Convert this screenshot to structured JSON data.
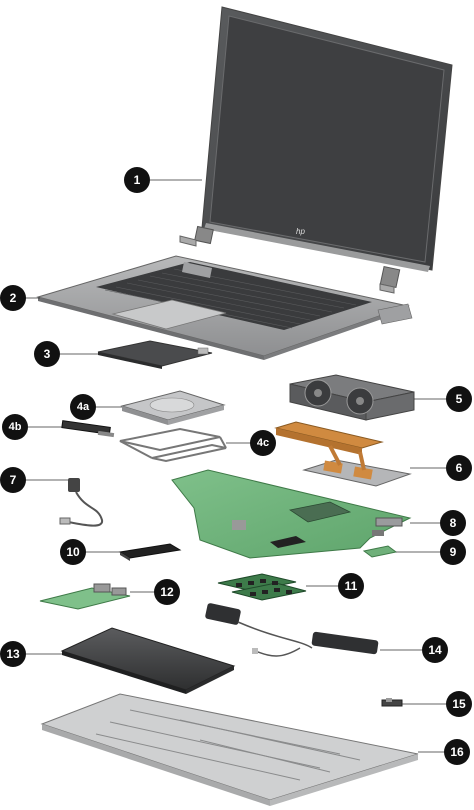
{
  "diagram": {
    "brand_logo": "hp",
    "callouts": [
      {
        "id": "c1",
        "label": "1",
        "part": "display-assembly"
      },
      {
        "id": "c2",
        "label": "2",
        "part": "top-cover-keyboard"
      },
      {
        "id": "c3",
        "label": "3",
        "part": "touchpad"
      },
      {
        "id": "c4a",
        "label": "4a",
        "part": "hard-drive"
      },
      {
        "id": "c4b",
        "label": "4b",
        "part": "hard-drive-connector-board"
      },
      {
        "id": "c4c",
        "label": "4c",
        "part": "hard-drive-bracket"
      },
      {
        "id": "c5",
        "label": "5",
        "part": "fans"
      },
      {
        "id": "c6",
        "label": "6",
        "part": "heat-sink"
      },
      {
        "id": "c7",
        "label": "7",
        "part": "power-connector-cable"
      },
      {
        "id": "c8",
        "label": "8",
        "part": "system-board"
      },
      {
        "id": "c9",
        "label": "9",
        "part": "wlan-module"
      },
      {
        "id": "c10",
        "label": "10",
        "part": "ssd"
      },
      {
        "id": "c11",
        "label": "11",
        "part": "memory-modules"
      },
      {
        "id": "c12",
        "label": "12",
        "part": "usb-board"
      },
      {
        "id": "c13",
        "label": "13",
        "part": "battery"
      },
      {
        "id": "c14",
        "label": "14",
        "part": "speakers"
      },
      {
        "id": "c15",
        "label": "15",
        "part": "power-button-board"
      },
      {
        "id": "c16",
        "label": "16",
        "part": "bottom-cover"
      }
    ]
  }
}
